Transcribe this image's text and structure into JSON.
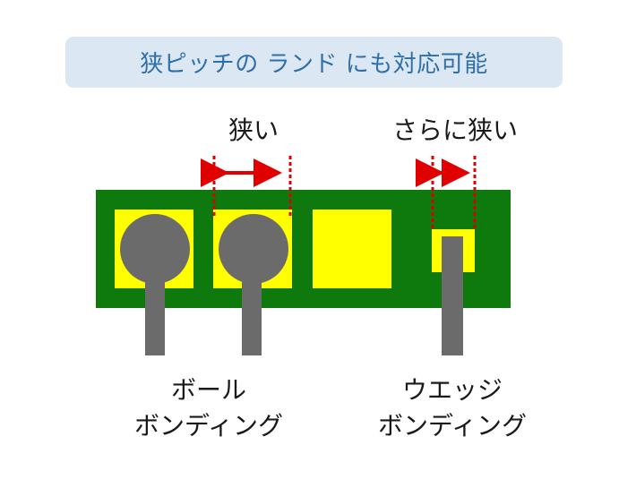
{
  "title": "狭ピッチの ランド にも対応可能",
  "pitch_labels": {
    "narrow": "狭い",
    "narrower": "さらに狭い"
  },
  "bonding_labels": {
    "ball": [
      "ボール",
      "ボンディング"
    ],
    "wedge": [
      "ウエッジ",
      "ボンディング"
    ]
  },
  "colors": {
    "banner_bg": "#dbe8f4",
    "title_text": "#2e6fa8",
    "board": "#0e7a0e",
    "land": "#ffff00",
    "wire": "#6b6b6b",
    "dimension": "#e00000"
  }
}
